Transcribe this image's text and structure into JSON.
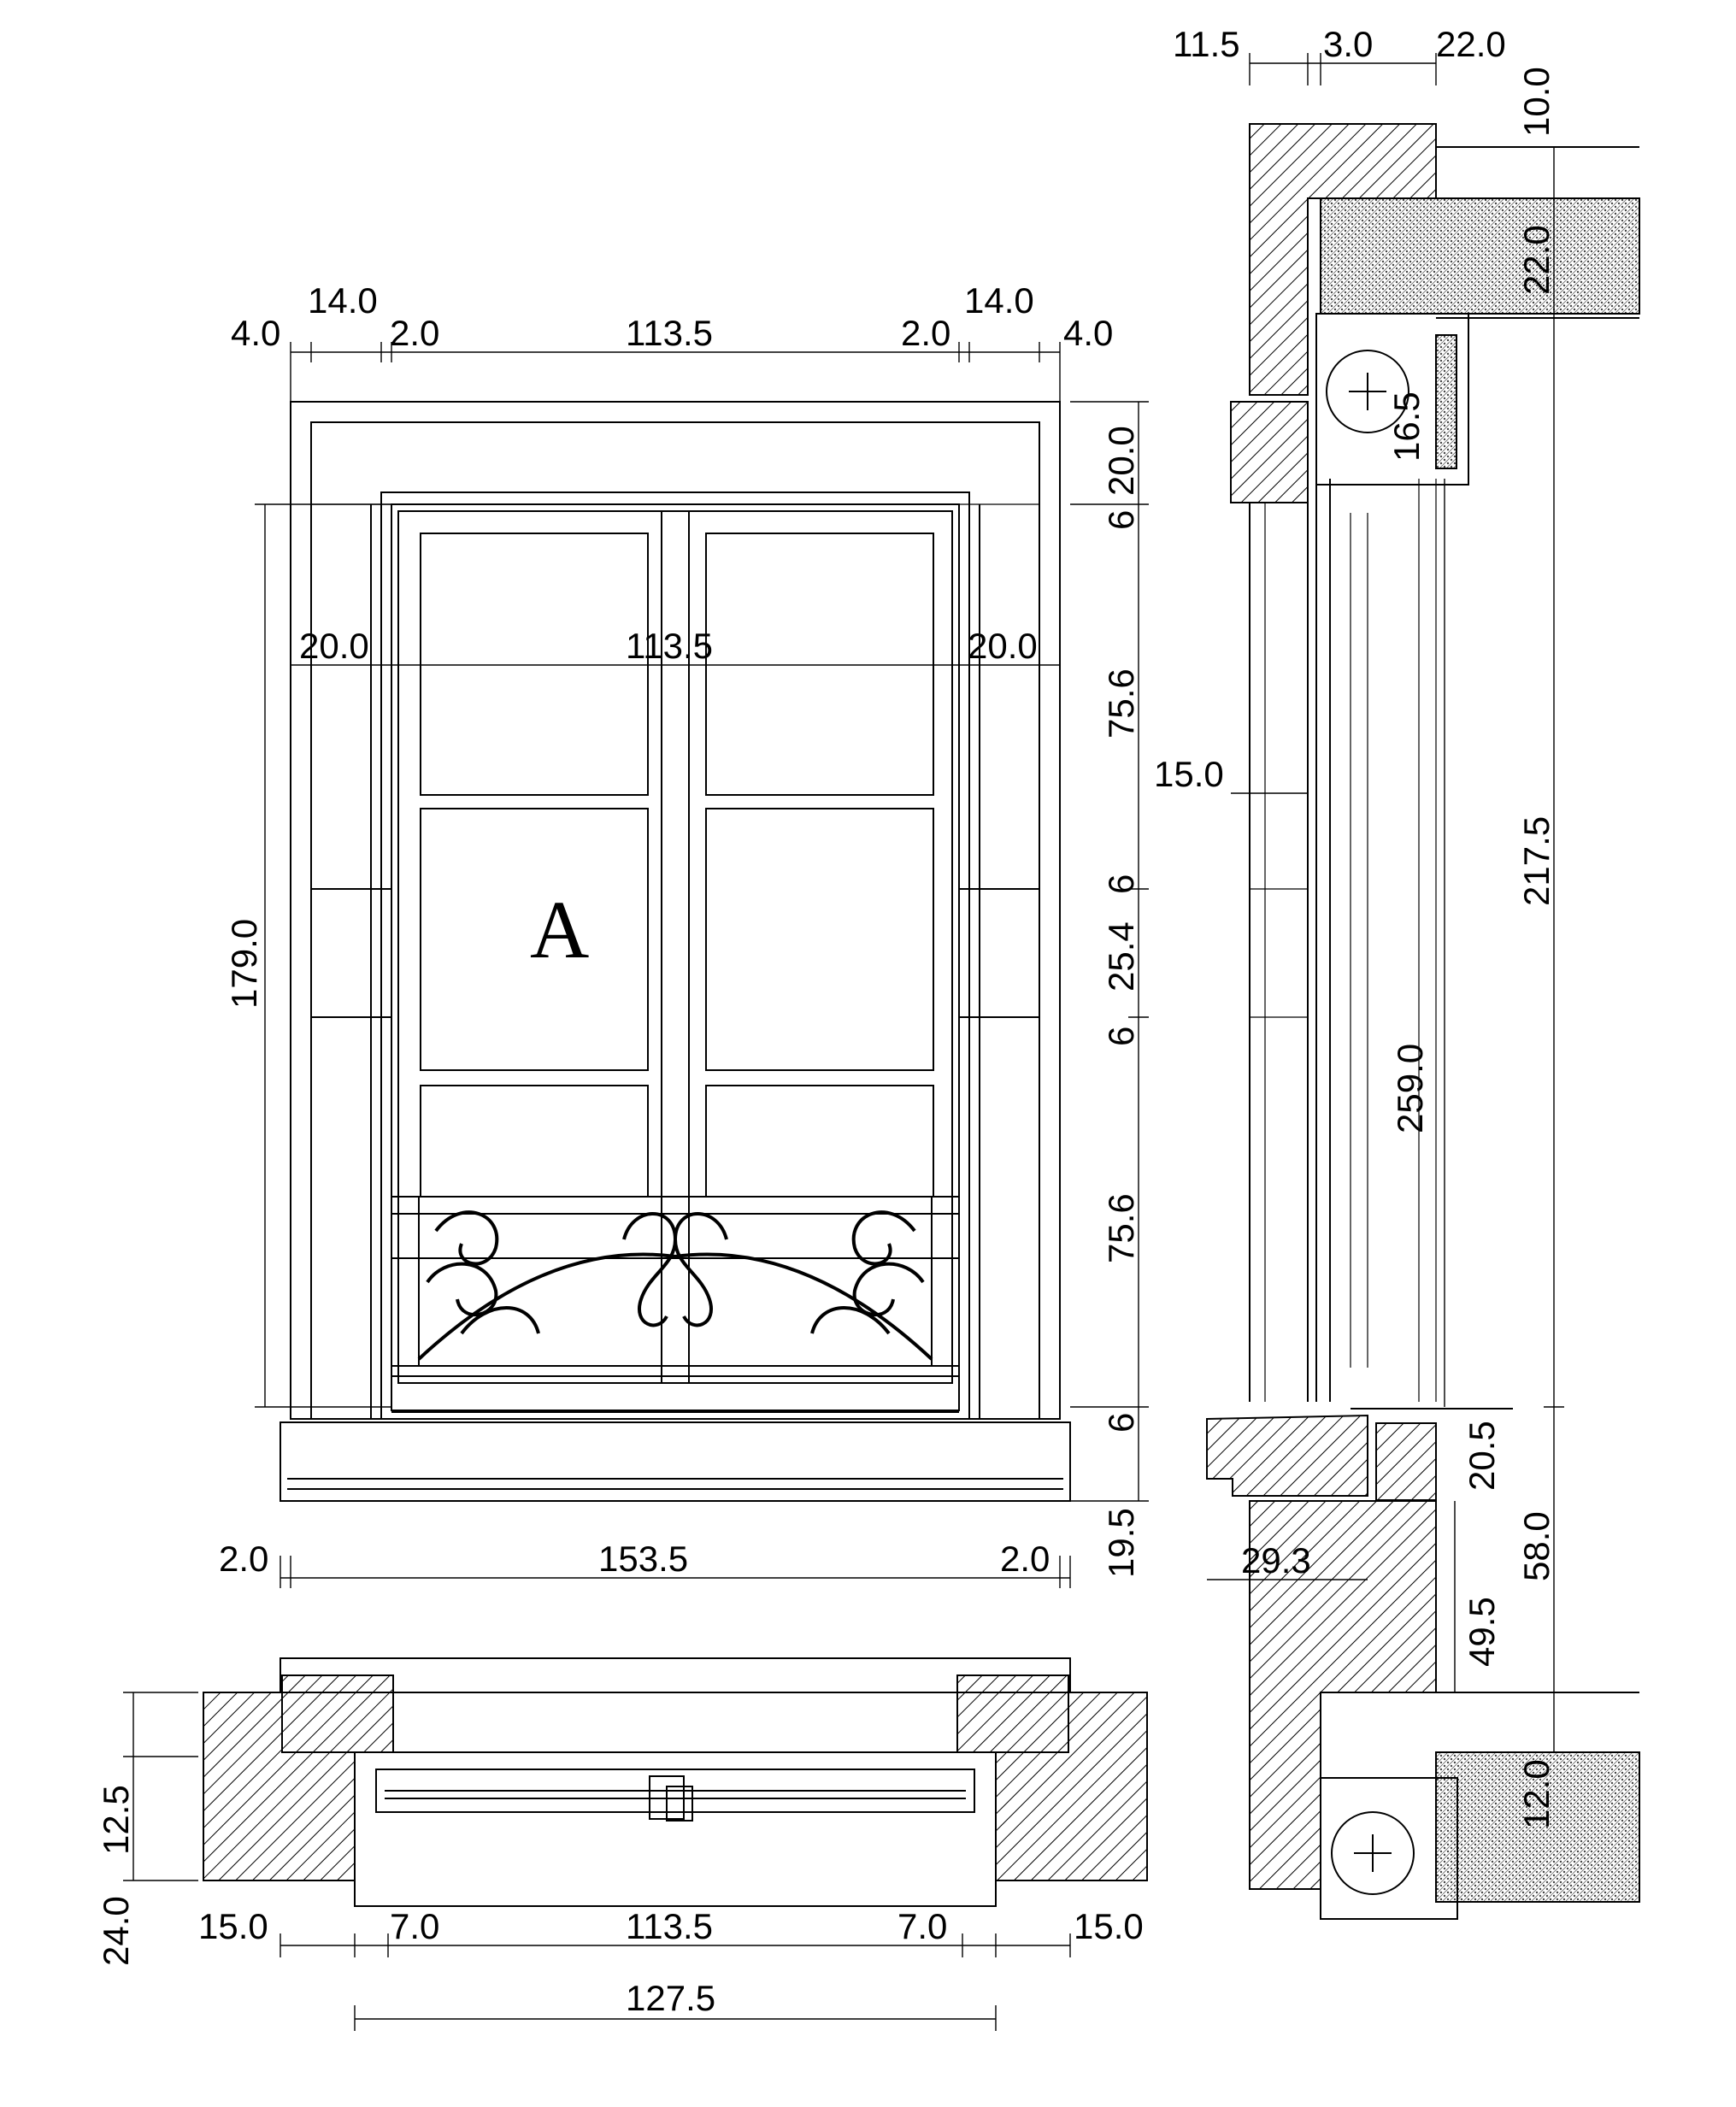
{
  "elevation": {
    "top_dims": [
      "4.0",
      "14.0",
      "2.0",
      "113.5",
      "2.0",
      "14.0",
      "4.0"
    ],
    "inner_dims": [
      "20.0",
      "113.5",
      "20.0"
    ],
    "height_dim": "179.0",
    "right_dims": [
      "20.0",
      "6",
      "75.6",
      "6",
      "25.4",
      "6",
      "75.6",
      "6",
      "19.5"
    ],
    "bottom_dims": [
      "2.0",
      "153.5",
      "2.0"
    ],
    "window_label": "A"
  },
  "plan": {
    "left_dims": [
      "12.5",
      "24.0"
    ],
    "bottom_dims": [
      "15.0",
      "7.0",
      "113.5",
      "7.0",
      "15.0"
    ],
    "total_dim": "127.5"
  },
  "section": {
    "top_dims": [
      "11.5",
      "3.0",
      "22.0"
    ],
    "dims": [
      "10.0",
      "22.0",
      "16.5",
      "15.0",
      "217.5",
      "259.0",
      "20.5",
      "58.0",
      "29.3",
      "49.5",
      "12.0"
    ]
  }
}
